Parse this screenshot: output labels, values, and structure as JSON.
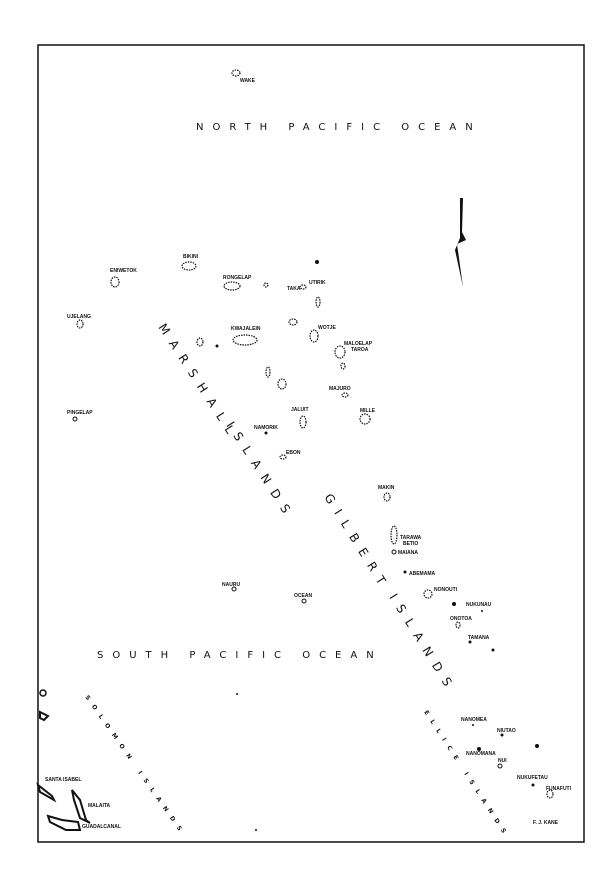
{
  "map": {
    "oceans": {
      "north": "NORTH PACIFIC OCEAN",
      "south": "SOUTH PACIFIC OCEAN"
    },
    "groups": {
      "marshall_1": "MARSHALL",
      "marshall_2": "ISLANDS",
      "gilbert_1": "GILBERT",
      "gilbert_2": "ISLANDS",
      "solomon": "SOLOMON ISLANDS",
      "ellice": "ELLICE ISLANDS"
    },
    "islands": {
      "wake": "WAKE",
      "bikini": "BIKINI",
      "eniwetok": "ENIWETOK",
      "rongelap": "RONGELAP",
      "taka": "TAKA",
      "utirik": "UTIRIK",
      "ujelang": "UJELANG",
      "kwajalein": "KWAJALEIN",
      "wotje": "WOTJE",
      "maloelap": "MALOELAP",
      "taroa": "TAROA",
      "majuro": "MAJURO",
      "pingelap": "PINGELAP",
      "jaluit": "JALUIT",
      "mille": "MILLE",
      "namorik": "NAMORIK",
      "ebon": "EBON",
      "makin": "MAKIN",
      "tarawa": "TARAWA",
      "betio": "BETIO",
      "maiana": "MAIANA",
      "abemama": "ABEMAMA",
      "nonouti": "NONOUTI",
      "nukunau": "NUKUNAU",
      "onotoa": "ONOTOA",
      "tamana": "TAMANA",
      "nauru": "NAURU",
      "ocean": "OCEAN",
      "nanomea": "NANOMEA",
      "niutao": "NIUTAO",
      "nanomana": "NANOMANA",
      "nui": "NUI",
      "nukufetau": "NUKUFETAU",
      "funafuti": "FUNAFUTI",
      "santa_isabel": "SANTA ISABEL",
      "malaita": "MALAITA",
      "guadalcanal": "GUADALCANAL"
    },
    "credit": "F. J. KANE",
    "north_arrow": "north-arrow-icon"
  }
}
